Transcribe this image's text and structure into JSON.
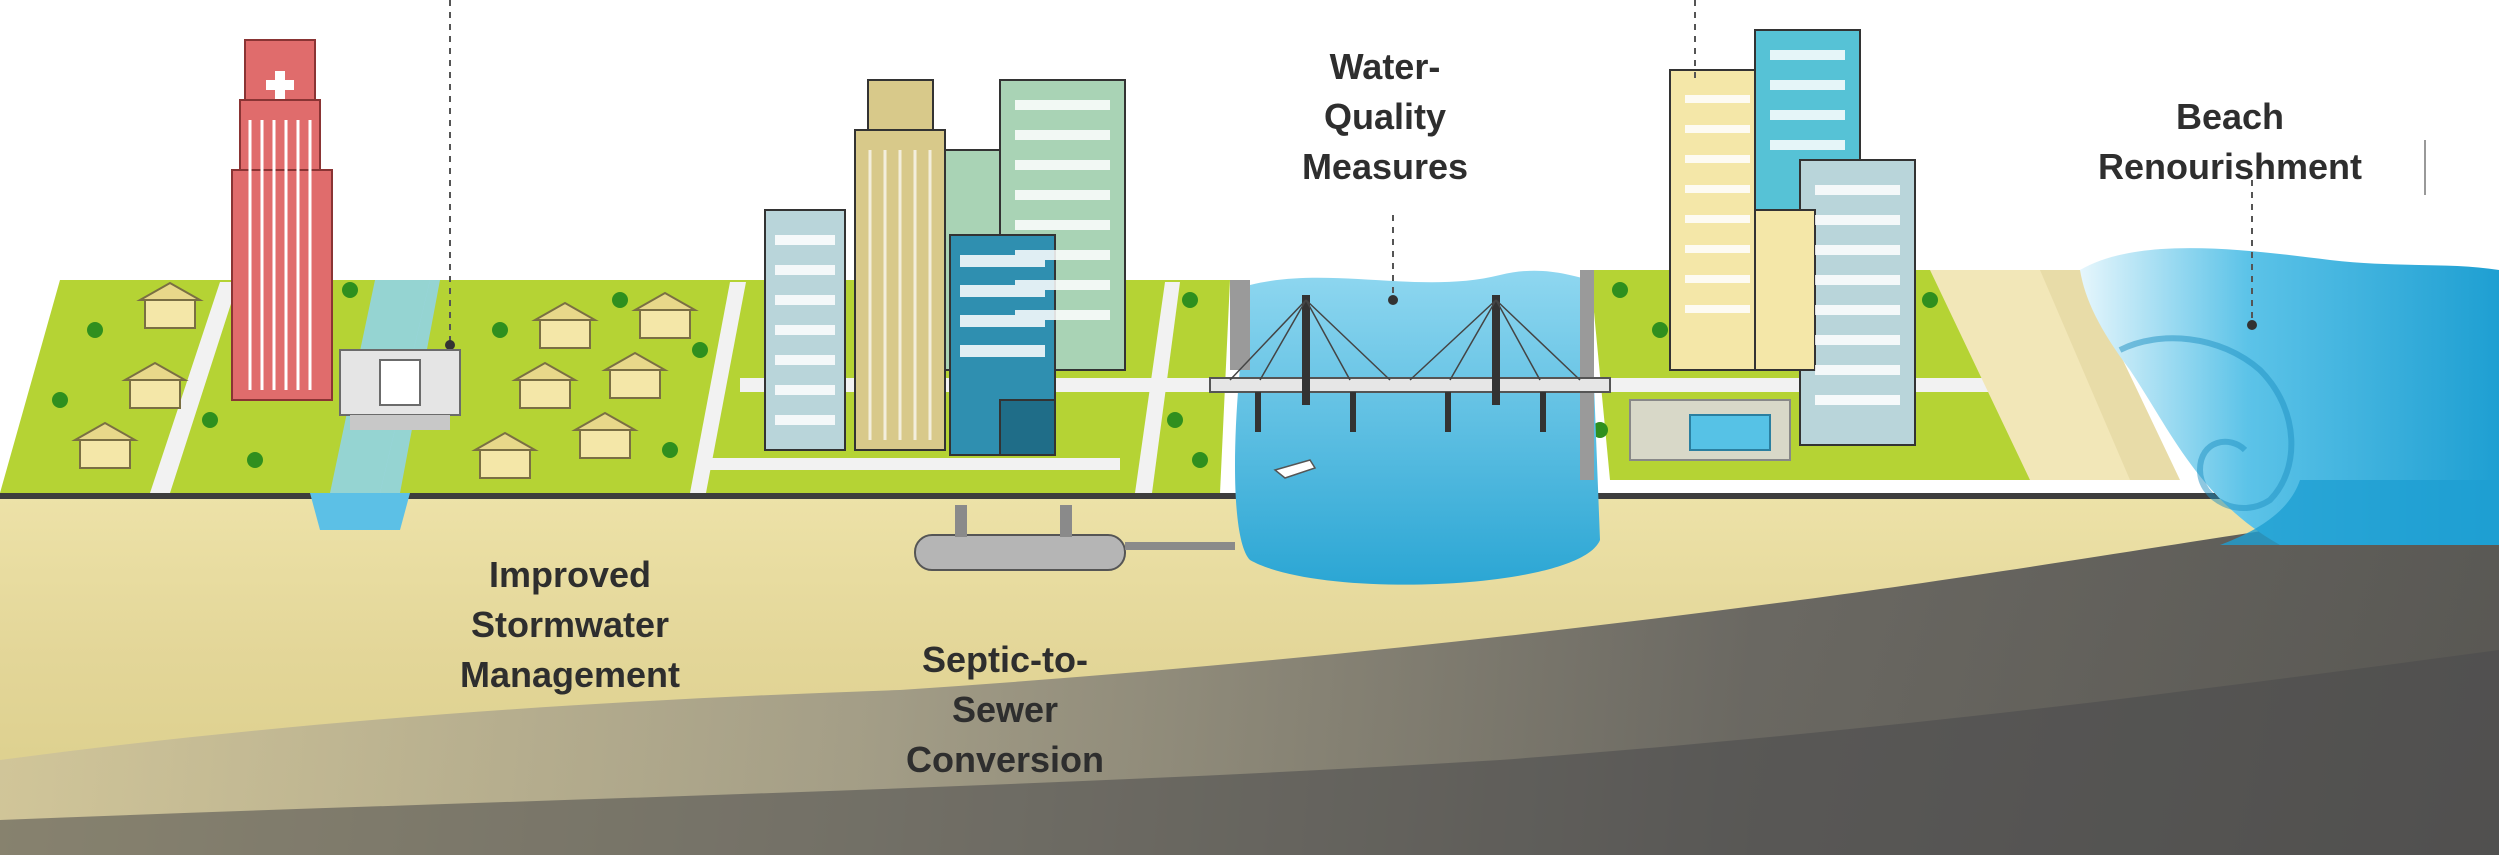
{
  "labels": {
    "stormwater": [
      "Improved",
      "Stormwater",
      "Management"
    ],
    "septic": [
      "Septic-to-",
      "Sewer",
      "Conversion"
    ],
    "water_quality": [
      "Water-",
      "Quality",
      "Measures"
    ],
    "beach": [
      "Beach",
      "Renourishment"
    ]
  },
  "icons": {
    "hospital_cross": "cross-icon"
  },
  "colors": {
    "grass": "#b5d334",
    "sand": "#e8d898",
    "ground_dark": "#4e4e50",
    "water": "#39b3dd",
    "hospital": "#e06c6c",
    "tower_tan": "#d8c98a",
    "tower_green": "#a9d3b5",
    "tower_teal": "#2f8fb0",
    "text": "#2e2e2e"
  }
}
